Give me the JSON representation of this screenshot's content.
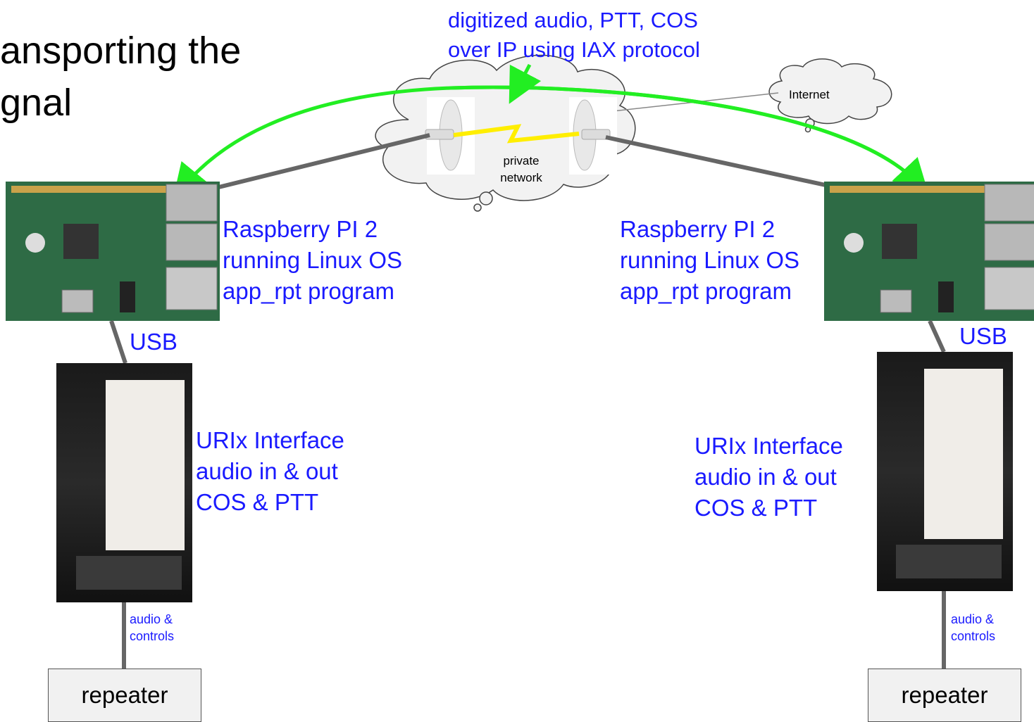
{
  "title": {
    "line1": "ansporting the",
    "line2": "gnal"
  },
  "header_note": {
    "line1": "digitized audio, PTT, COS",
    "line2": "over IP using IAX protocol"
  },
  "internet_label": "Internet",
  "private_network": {
    "line1": "private",
    "line2": "network"
  },
  "left": {
    "pi_label": {
      "line1": "Raspberry PI 2",
      "line2": "running Linux OS",
      "line3": "app_rpt program"
    },
    "usb_label": "USB",
    "urix_label": {
      "line1": "URIx Interface",
      "line2": "audio in & out",
      "line3": "COS & PTT"
    },
    "cable_label": {
      "line1": "audio &",
      "line2": "controls"
    },
    "repeater": "repeater"
  },
  "right": {
    "pi_label": {
      "line1": "Raspberry PI 2",
      "line2": "running Linux OS",
      "line3": "app_rpt program"
    },
    "usb_label": "USB",
    "urix_label": {
      "line1": "URIx Interface",
      "line2": "audio in & out",
      "line3": "COS & PTT"
    },
    "cable_label": {
      "line1": "audio &",
      "line2": "controls"
    },
    "repeater": "repeater"
  },
  "colors": {
    "label_blue": "#1a1aff",
    "green_link": "#22ee22",
    "yellow_link": "#ffee00",
    "cable_gray": "#666666",
    "board_green": "#2e6b45"
  }
}
